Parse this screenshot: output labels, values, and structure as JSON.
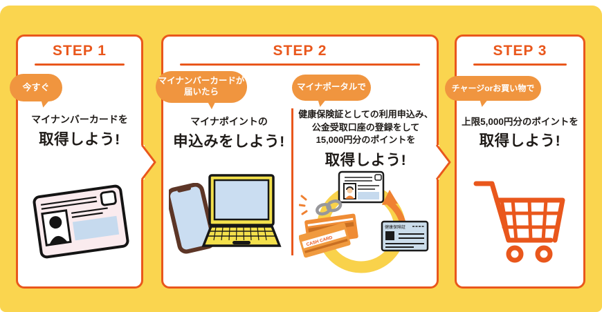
{
  "palette": {
    "panel_bg": "#FAD54F",
    "accent": "#E9571C",
    "bubble_bg": "#F0953F",
    "text_dark": "#1F1B18",
    "screen_blue": "#CADDF1",
    "laptop_yellow": "#F3E04C"
  },
  "steps": [
    {
      "title": "STEP 1",
      "bubble": {
        "line1": "今すぐ"
      },
      "heading": {
        "line1": "マイナンバーカードを",
        "line2": "取得しよう!"
      }
    },
    {
      "title": "STEP 2",
      "left": {
        "bubble_line1": "マイナンバーカードが",
        "bubble_line2": "届いたら",
        "line1": "マイナポイントの",
        "line2": "申込みをしよう!"
      },
      "right": {
        "bubble_line1": "マイナポータルで",
        "line1": "健康保険証としての利用申込み、",
        "line2": "公金受取口座の登録をして",
        "line3": "15,000円分のポイントを",
        "line_bold": "取得しよう!"
      }
    },
    {
      "title": "STEP 3",
      "bubble": {
        "line1": "チャージorお買い物で"
      },
      "heading": {
        "line1": "上限5,000円分のポイントを",
        "line2": "取得しよう!"
      }
    }
  ],
  "illustration_labels": {
    "cash_card": "CASH CARD",
    "health_card": "健康保険証"
  }
}
